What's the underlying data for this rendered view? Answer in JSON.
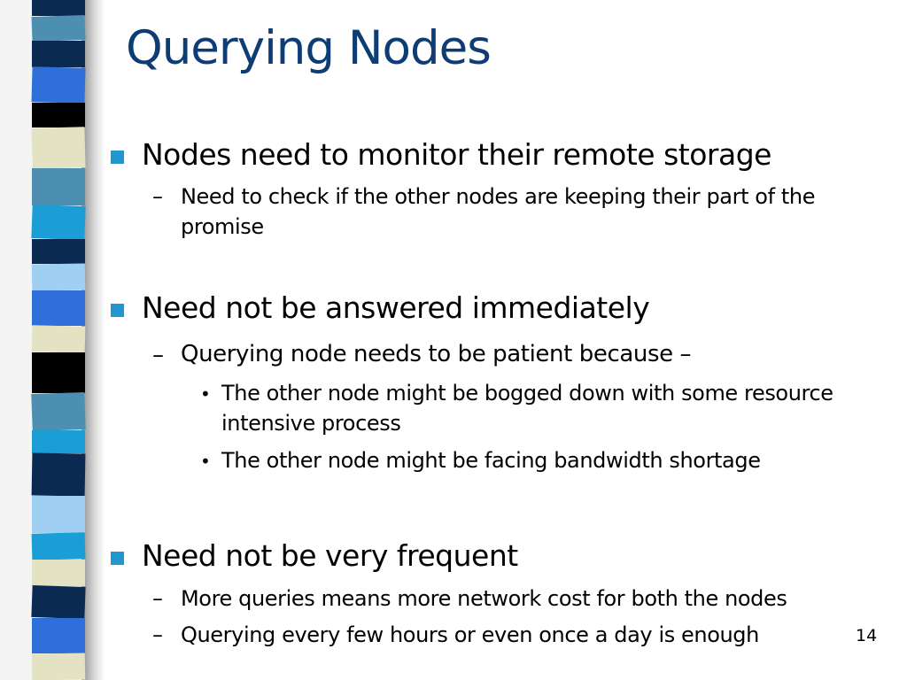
{
  "slide": {
    "title": "Querying Nodes",
    "page_number": "14"
  },
  "bullets": [
    {
      "text": "Nodes need to monitor their remote storage",
      "sub": [
        {
          "lines": [
            "Need to check if the other nodes are keeping their part of the",
            "promise"
          ]
        }
      ]
    },
    {
      "text": "Need not be answered immediately",
      "sub": [
        {
          "lines": [
            "Querying node needs to be patient because –"
          ],
          "sub": [
            {
              "lines": [
                "The other node might be bogged down with some resource",
                "intensive process"
              ]
            },
            {
              "lines": [
                "The other node might be facing bandwidth shortage"
              ]
            }
          ]
        }
      ]
    },
    {
      "text": "Need not be very frequent",
      "sub": [
        {
          "lines": [
            "More queries means more network cost for both the nodes"
          ]
        },
        {
          "lines": [
            "Querying every few hours or even once a day is enough"
          ]
        }
      ]
    }
  ],
  "markers": {
    "level2": "–",
    "level3": "•"
  },
  "colors": {
    "title": "#0e3c75",
    "bullet_square": "#2196d0",
    "strip_palette": [
      "#0a2a52",
      "#4c8fb0",
      "#2f6fd9",
      "#e3e3c4",
      "#1b9ed6",
      "#9fd0f4",
      "#000000"
    ]
  }
}
